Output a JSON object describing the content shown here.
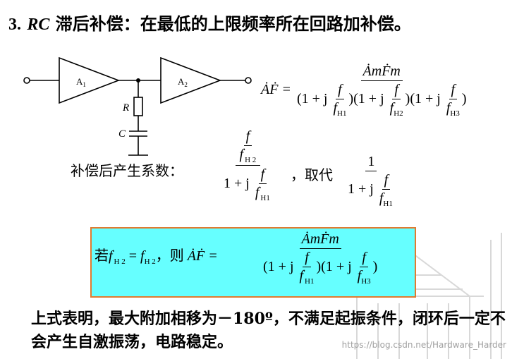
{
  "title": {
    "number": "3.",
    "rc": "RC",
    "text": " 滞后补偿：在最低的上限频率所在回路加补偿。"
  },
  "circuit": {
    "amp1": "A",
    "amp1_sub": "1",
    "amp2": "A",
    "amp2_sub": "2",
    "r_label": "R",
    "c_label": "C"
  },
  "eq1": {
    "lhs": "ȦḞ =",
    "numerator": "ȦmḞm",
    "term_prefix": "(1 + j",
    "term_suffix": ")",
    "f": "f",
    "subs": [
      "H1",
      "H2",
      "H3"
    ]
  },
  "comp": {
    "label": "补偿后产生系数：",
    "replace": "，取代",
    "one": "1",
    "one_plus_j": "1 + j",
    "f": "f",
    "fprime_sub_h2": "H 2",
    "fprime_sub_h1": "H1",
    "f_sub_h1": "H1"
  },
  "highlight": {
    "ruo": "若",
    "eq_part": " = ",
    "f_h2": "H 2",
    "ze": "，则",
    "lhs": "ȦḞ =",
    "numerator": "ȦmḞm",
    "t1_prefix": "(1 + j",
    "t1_sub": "H1",
    "t2_prefix": ")(1 + j",
    "t2_sub": "H3",
    "t2_suffix": ")"
  },
  "paragraph": "上式表明，最大附加相移为－180º，不满足起振条件，闭环后一定不会产生自激振荡，电路稳定。",
  "watermark": "https://blog.csdn.net/Hardware_Harder",
  "colors": {
    "highlight_bg": "#66ffff",
    "highlight_border": "#e07b30"
  }
}
